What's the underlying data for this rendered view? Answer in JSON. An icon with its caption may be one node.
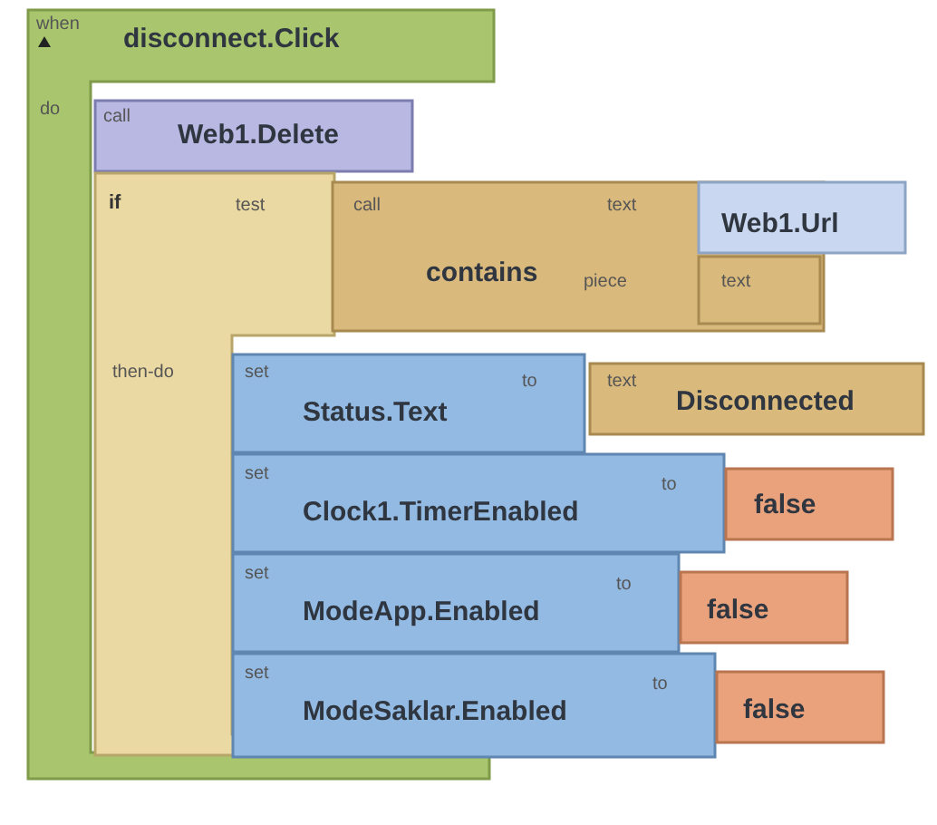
{
  "diagram": {
    "nodes": [
      {
        "text": [
          "when",
          "disconnect.Click",
          "do"
        ]
      },
      {
        "text": [
          "call",
          "Web1.Delete"
        ],
        "in": 0
      },
      {
        "text": [
          "if",
          "test",
          "then-do"
        ],
        "in": 0
      },
      {
        "text": [
          "call",
          "contains",
          "text",
          "piece"
        ]
      },
      {
        "text": [
          "Web1.Url"
        ]
      },
      {
        "text": [
          "text"
        ],
        "in": 3
      },
      {
        "text": [
          "set",
          "Status.Text",
          "to"
        ]
      },
      {
        "text": [
          "text",
          "Disconnected"
        ]
      },
      {
        "text": [
          "set",
          "Clock1.TimerEnabled",
          "to"
        ]
      },
      {
        "text": [
          "false"
        ]
      },
      {
        "text": [
          "set",
          "ModeApp.Enabled",
          "to"
        ]
      },
      {
        "text": [
          "false"
        ]
      },
      {
        "text": [
          "set",
          "ModeSaklar.Enabled",
          "to"
        ]
      },
      {
        "text": [
          "false"
        ]
      }
    ]
  }
}
